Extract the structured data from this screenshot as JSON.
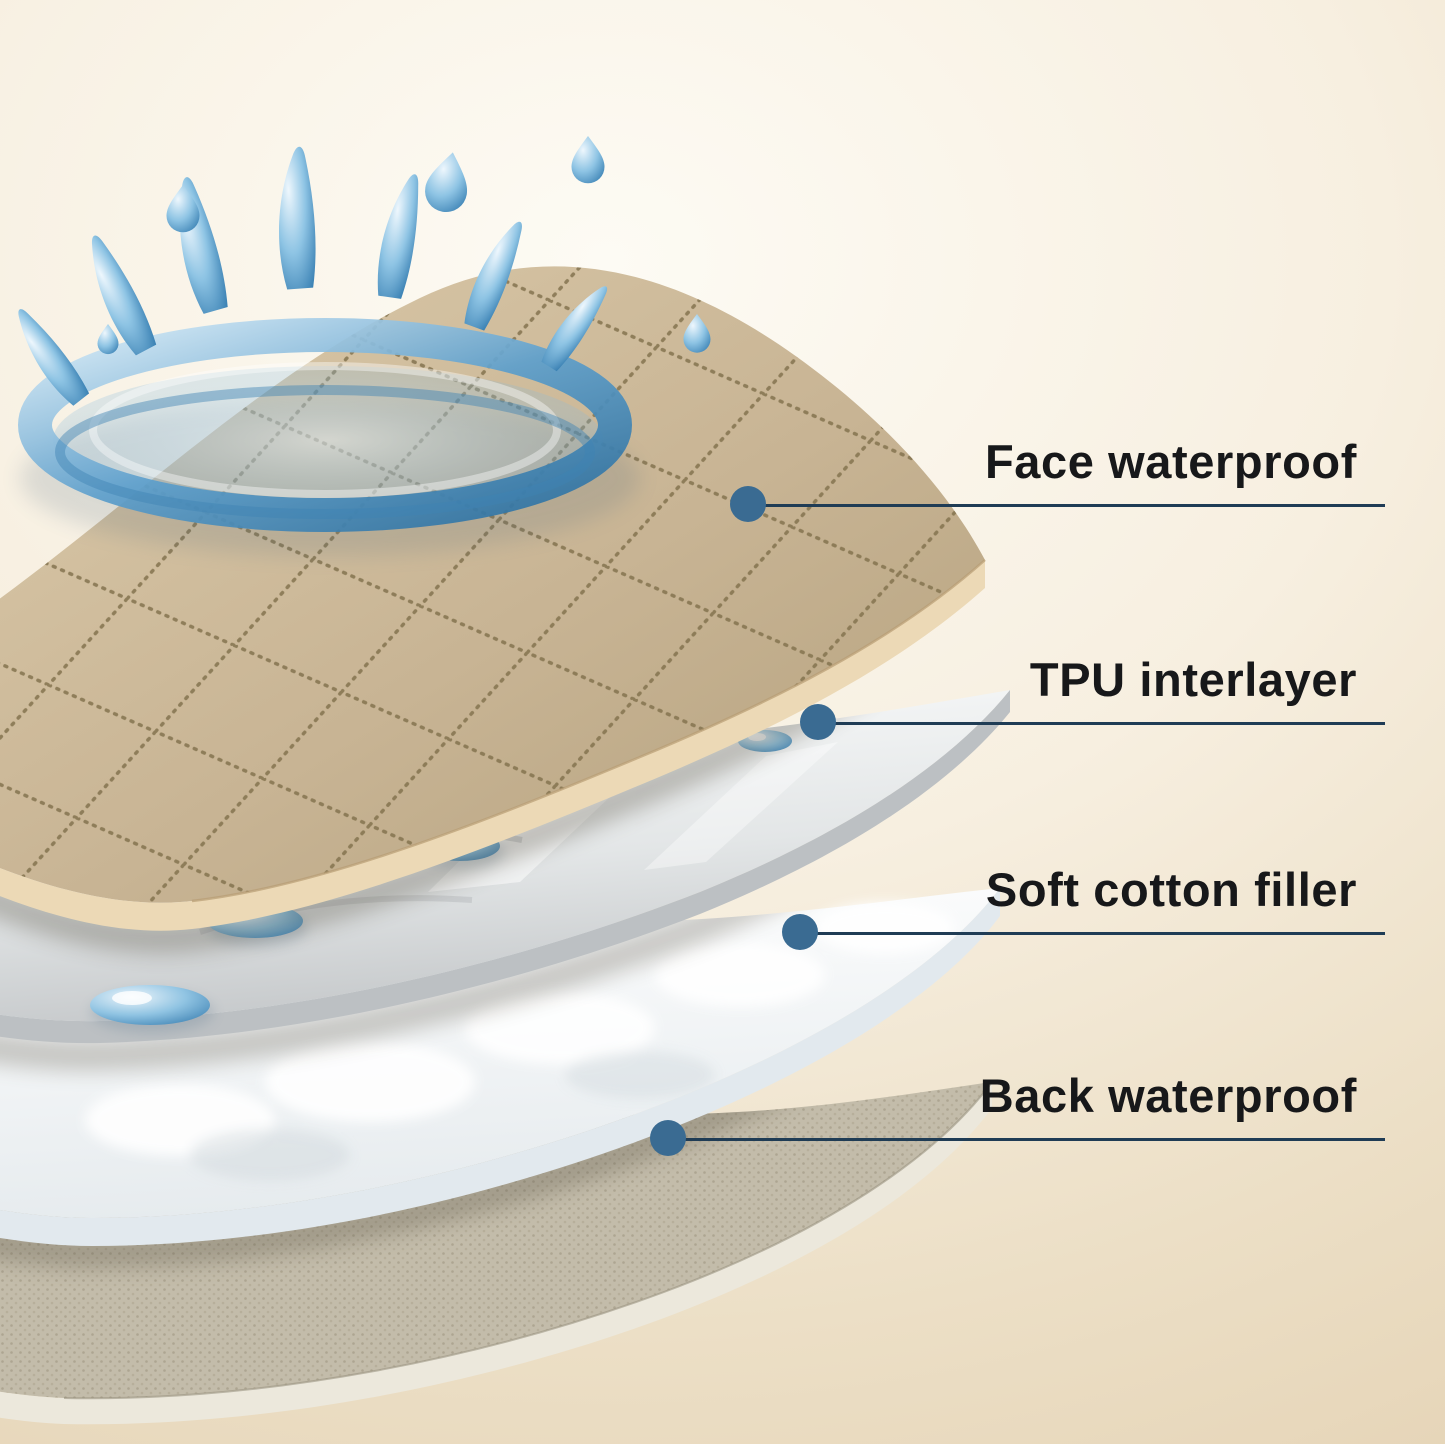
{
  "figure": {
    "kind": "product-layer-diagram",
    "layers": [
      "face-waterproof",
      "tpu-interlayer",
      "soft-cotton-filler",
      "back-waterproof"
    ]
  },
  "callouts": [
    {
      "label": "Face waterproof"
    },
    {
      "label": "TPU interlayer"
    },
    {
      "label": "Soft cotton filler"
    },
    {
      "label": "Back waterproof"
    }
  ],
  "colors": {
    "background_light": "#fdfbf4",
    "background_beige": "#e6d5b8",
    "callout_dot": "#3a6b92",
    "callout_line": "#1f3c55",
    "label_text": "#17181a",
    "quilt_fabric": "#c8b494",
    "tpu_film": "#dfe2e3",
    "cotton": "#f6f8f9",
    "back_fabric": "#cbc4b2",
    "water": "#5d9fcc"
  }
}
